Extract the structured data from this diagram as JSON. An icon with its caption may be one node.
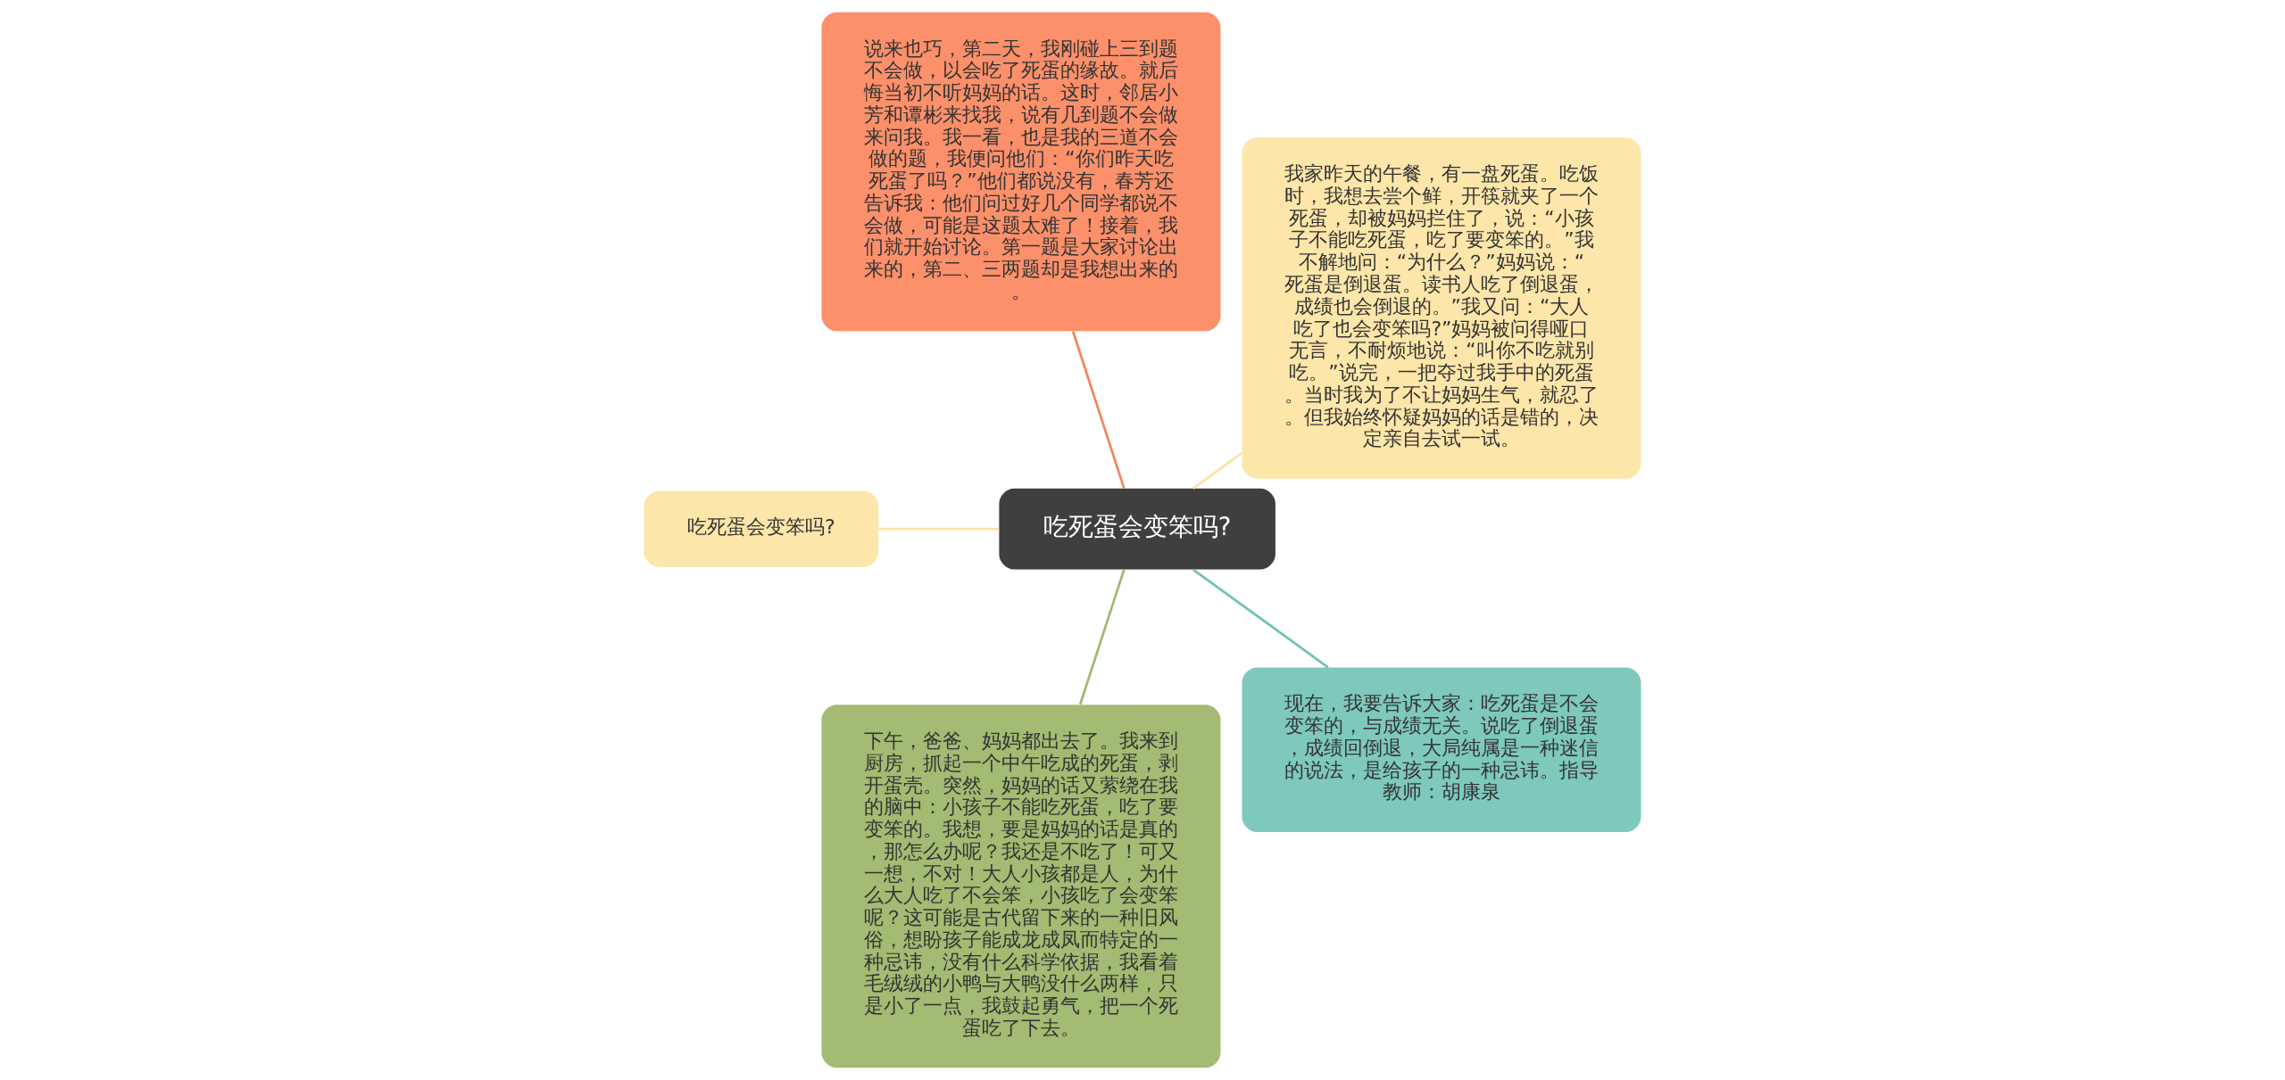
{
  "diagram": {
    "nodes": [
      {
        "text": [
          "吃死蛋会变笨吗?"
        ]
      },
      {
        "text": [
          "我家昨天的午餐，有一盘死蛋。吃饭时，我想去尝个鲜，开筷就夹了一个死蛋，却被妈妈拦住了，说：“小孩子不能吃死蛋，吃了要变笨的。”我不解地问：“为什么？”妈妈说：“死蛋是倒退蛋。读书人吃了倒退蛋，成绩也会倒退的。”我又问：“大人吃了也会变笨吗?”妈妈被问得哑口无言，不耐烦地说：“叫你不吃就别吃。”说完，一把夺过我手中的死蛋。当时我为了不让妈妈生气，就忍了。但我始终怀疑妈妈的话是错的，决定亲自去试一试。"
        ]
      },
      {
        "text": [
          "说来也巧，第二天，我刚碰上三到题不会做，以会吃了死蛋的缘故。就后悔当初不听妈妈的话。这时，邻居小芳和谭彬来找我，说有几到题不会做来问我。我一看，也是我的三道不会做的题，我便问他们：“你们昨天吃死蛋了吗？”他们都说没有，春芳还告诉我：他们问过好几个同学都说不会做，可能是这题太难了！接着，我们就开始讨论。第一题是大家讨论出来的，第二、三两题却是我想出来的。"
        ]
      },
      {
        "text": [
          "吃死蛋会变笨吗?"
        ]
      },
      {
        "text": [
          "下午，爸爸、妈妈都出去了。我来到厨房，抓起一个中午吃成的死蛋，剥开蛋壳。突然，妈妈的话又萦绕在我的脑中：小孩子不能吃死蛋，吃了要变笨的。我想，要是妈妈的话是真的，那怎么办呢？我还是不吃了！可又一想，不对！大人小孩都是人，为什么大人吃了不会笨，小孩吃了会变笨呢？这可能是古代留下来的一种旧风俗，想盼孩子能成龙成凤而特定的一种忌讳，没有什么科学依据，我看着毛绒绒的小鸭与大鸭没什么两样，只是小了一点，我鼓起勇气，把一个死蛋吃了下去。"
        ]
      },
      {
        "text": [
          "现在，我要告诉大家：吃死蛋是不会变笨的，与成绩无关。说吃了倒退蛋，成绩回倒退，大局纯属是一种迷信的说法，是给孩子的一种忌讳。指导教师：胡康泉"
        ]
      }
    ],
    "edges": [
      {
        "from": 0,
        "to": 1,
        "arrow": "none",
        "color": "#fbe3a6"
      },
      {
        "from": 0,
        "to": 2,
        "arrow": "none",
        "color": "#f0875e"
      },
      {
        "from": 0,
        "to": 3,
        "arrow": "none",
        "color": "#fbe3a6"
      },
      {
        "from": 0,
        "to": 4,
        "arrow": "none",
        "color": "#9fb971"
      },
      {
        "from": 0,
        "to": 5,
        "arrow": "none",
        "color": "#6fc2b5"
      }
    ]
  }
}
